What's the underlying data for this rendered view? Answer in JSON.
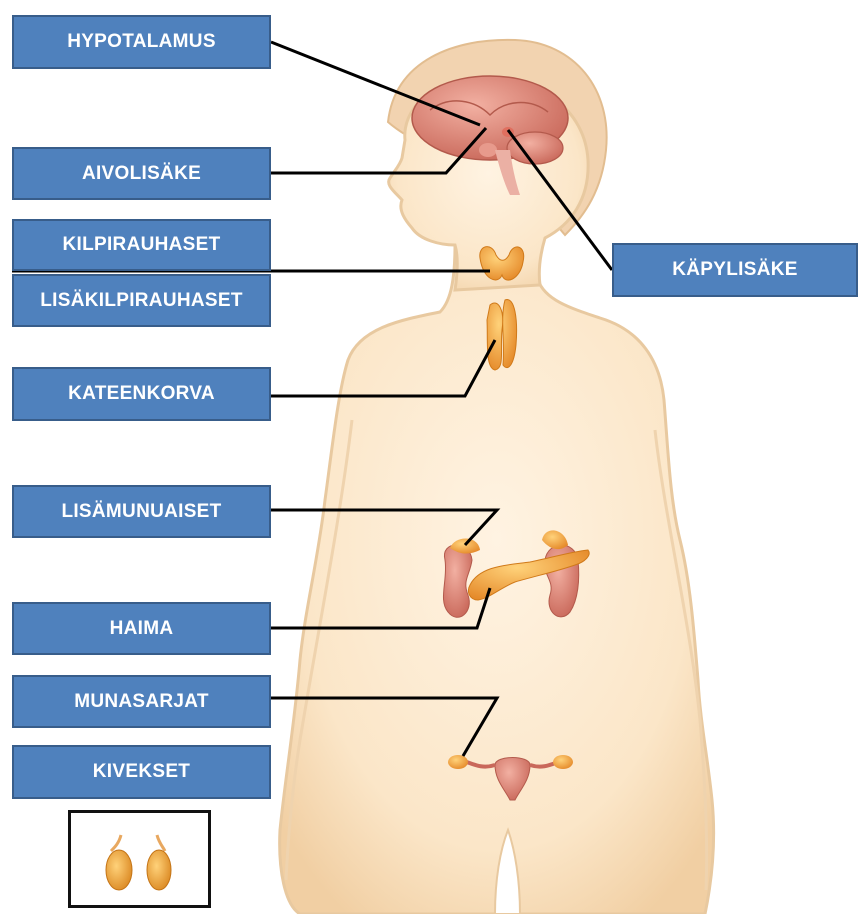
{
  "labels": {
    "hypotalamus": "HYPOTALAMUS",
    "aivolisake": "AIVOLISÄKE",
    "kilpirauhaset": "KILPIRAUHASET",
    "lisakilpirauhaset": "LISÄKILPIRAUHASET",
    "kateenkorva": "KATEENKORVA",
    "lisamunuaiset": "LISÄMUNUAISET",
    "haima": "HAIMA",
    "munasarjat": "MUNASARJAT",
    "kivekset": "KIVEKSET",
    "kapylisake": "KÄPYLISÄKE"
  },
  "colors": {
    "label_fill": "#4f81bd",
    "label_border": "#385d8a",
    "label_text": "#ffffff",
    "body_fill": "#fbe8cc",
    "body_outline": "#e8c9a0",
    "gland_orange": "#f0a040",
    "organ_pink": "#de8c7c",
    "connector": "#000000"
  }
}
